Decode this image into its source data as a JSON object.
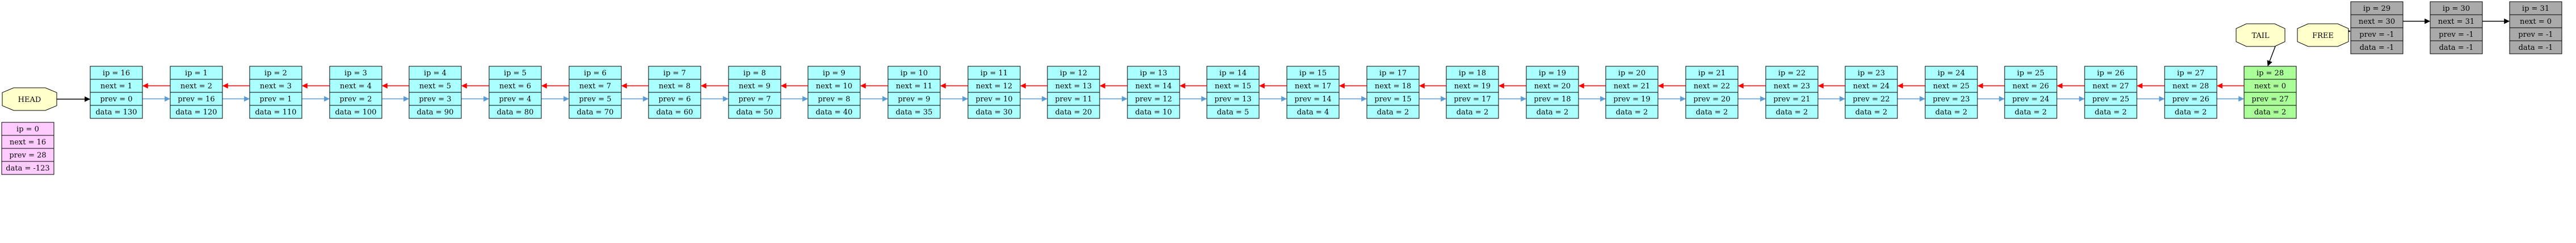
{
  "labels": {
    "head": "HEAD",
    "tail": "TAIL",
    "free": "FREE"
  },
  "colors": {
    "node": "#aaffff",
    "tail_node": "#aaff99",
    "free_node": "#aaaaaa",
    "sentinel": "#ffccff",
    "label_fill": "#ffffcc",
    "next_arrow": "#ff0000",
    "prev_arrow": "#5b9bd5",
    "free_arrow": "#000000"
  },
  "sentinel": {
    "ip": "ip = 0",
    "next": "next = 16",
    "prev": "prev = 28",
    "data": "data = -123"
  },
  "list_nodes": [
    {
      "ip": "ip = 16",
      "next": "next = 1",
      "prev": "prev = 0",
      "data": "data = 130"
    },
    {
      "ip": "ip = 1",
      "next": "next = 2",
      "prev": "prev = 16",
      "data": "data = 120"
    },
    {
      "ip": "ip = 2",
      "next": "next = 3",
      "prev": "prev = 1",
      "data": "data = 110"
    },
    {
      "ip": "ip = 3",
      "next": "next = 4",
      "prev": "prev = 2",
      "data": "data = 100"
    },
    {
      "ip": "ip = 4",
      "next": "next = 5",
      "prev": "prev = 3",
      "data": "data = 90"
    },
    {
      "ip": "ip = 5",
      "next": "next = 6",
      "prev": "prev = 4",
      "data": "data = 80"
    },
    {
      "ip": "ip = 6",
      "next": "next = 7",
      "prev": "prev = 5",
      "data": "data = 70"
    },
    {
      "ip": "ip = 7",
      "next": "next = 8",
      "prev": "prev = 6",
      "data": "data = 60"
    },
    {
      "ip": "ip = 8",
      "next": "next = 9",
      "prev": "prev = 7",
      "data": "data = 50"
    },
    {
      "ip": "ip = 9",
      "next": "next = 10",
      "prev": "prev = 8",
      "data": "data = 40"
    },
    {
      "ip": "ip = 10",
      "next": "next = 11",
      "prev": "prev = 9",
      "data": "data = 35"
    },
    {
      "ip": "ip = 11",
      "next": "next = 12",
      "prev": "prev = 10",
      "data": "data = 30"
    },
    {
      "ip": "ip = 12",
      "next": "next = 13",
      "prev": "prev = 11",
      "data": "data = 20"
    },
    {
      "ip": "ip = 13",
      "next": "next = 14",
      "prev": "prev = 12",
      "data": "data = 10"
    },
    {
      "ip": "ip = 14",
      "next": "next = 15",
      "prev": "prev = 13",
      "data": "data = 5"
    },
    {
      "ip": "ip = 15",
      "next": "next = 17",
      "prev": "prev = 14",
      "data": "data = 4"
    },
    {
      "ip": "ip = 17",
      "next": "next = 18",
      "prev": "prev = 15",
      "data": "data = 2"
    },
    {
      "ip": "ip = 18",
      "next": "next = 19",
      "prev": "prev = 17",
      "data": "data = 2"
    },
    {
      "ip": "ip = 19",
      "next": "next = 20",
      "prev": "prev = 18",
      "data": "data = 2"
    },
    {
      "ip": "ip = 20",
      "next": "next = 21",
      "prev": "prev = 19",
      "data": "data = 2"
    },
    {
      "ip": "ip = 21",
      "next": "next = 22",
      "prev": "prev = 20",
      "data": "data = 2"
    },
    {
      "ip": "ip = 22",
      "next": "next = 23",
      "prev": "prev = 21",
      "data": "data = 2"
    },
    {
      "ip": "ip = 23",
      "next": "next = 24",
      "prev": "prev = 22",
      "data": "data = 2"
    },
    {
      "ip": "ip = 24",
      "next": "next = 25",
      "prev": "prev = 23",
      "data": "data = 2"
    },
    {
      "ip": "ip = 25",
      "next": "next = 26",
      "prev": "prev = 24",
      "data": "data = 2"
    },
    {
      "ip": "ip = 26",
      "next": "next = 27",
      "prev": "prev = 25",
      "data": "data = 2"
    },
    {
      "ip": "ip = 27",
      "next": "next = 28",
      "prev": "prev = 26",
      "data": "data = 2"
    }
  ],
  "tail_node": {
    "ip": "ip = 28",
    "next": "next = 0",
    "prev": "prev = 27",
    "data": "data = 2"
  },
  "free_nodes": [
    {
      "ip": "ip = 29",
      "next": "next = 30",
      "prev": "prev = -1",
      "data": "data = -1"
    },
    {
      "ip": "ip = 30",
      "next": "next = 31",
      "prev": "prev = -1",
      "data": "data = -1"
    },
    {
      "ip": "ip = 31",
      "next": "next = 0",
      "prev": "prev = -1",
      "data": "data = -1"
    }
  ]
}
